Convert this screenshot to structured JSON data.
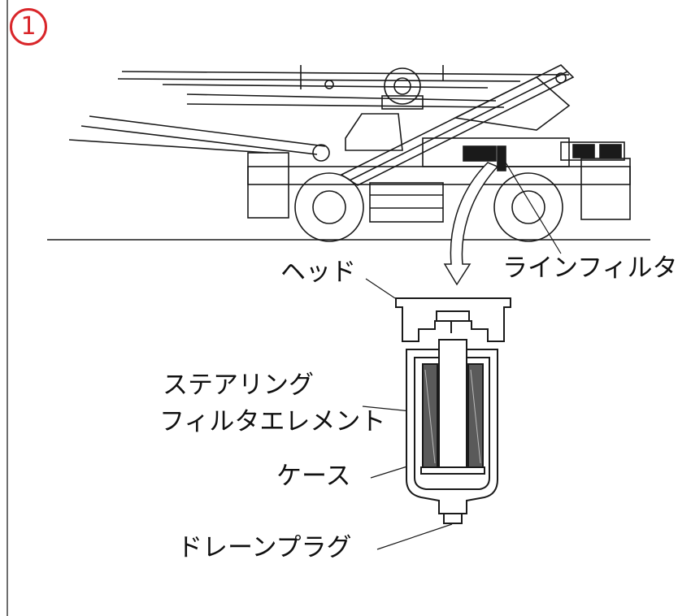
{
  "step_number": "1",
  "colors": {
    "accent": "#d9262a",
    "line": "#1a1a1a",
    "element": "#5a5a5a"
  },
  "labels": {
    "head": "ヘッド",
    "line_filter": "ラインフィルタ",
    "steering_line1": "ステアリング",
    "steering_line2": "フィルタエレメント",
    "case": "ケース",
    "drain_plug": "ドレーンプラグ"
  }
}
